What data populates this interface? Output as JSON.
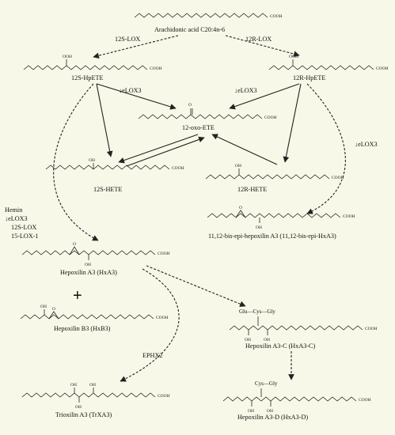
{
  "compounds": {
    "aa": "Arachidonic acid C20:4n-6",
    "hpete12s": "12S-HpETE",
    "hpete12r": "12R-HpETE",
    "oxo": "12-oxo-ETE",
    "hete12s": "12S-HETE",
    "hete12r": "12R-HETE",
    "bisepi": "11,12-bis-epi-hepoxilin A3 (11,12-bis-epi-HxA3)",
    "hxa3": "Hepoxilin A3 (HxA3)",
    "hxb3": "Hepoxilin B3 (HxB3)",
    "hxa3c": "Hepoxilin A3-C (HxA3-C)",
    "hxa3d": "Hepoxilin A3-D (HxA3-D)",
    "trxa3": "Trioxilin A3 (TrXA3)"
  },
  "enzymes": {
    "lox12s": "12S-LOX",
    "lox12r": "12R-LOX",
    "elox3_a": "↓eLOX3",
    "elox3_b": "↓eLOX3",
    "elox3_c": "↓eLOX3",
    "hemin": "Hemin",
    "elox3_d": "↓eLOX3",
    "lox12s_b": "12S-LOX",
    "lox15": "15-LOX-1",
    "ephx2": "EPHX2"
  },
  "groups": {
    "cooh": "COOH",
    "ooh": "OOH",
    "oh": "OH",
    "o": "O",
    "glu_cys_gly": "Glu—Cys—Gly",
    "cys_gly": "Cys—Gly"
  },
  "symbols": {
    "plus": "+"
  }
}
